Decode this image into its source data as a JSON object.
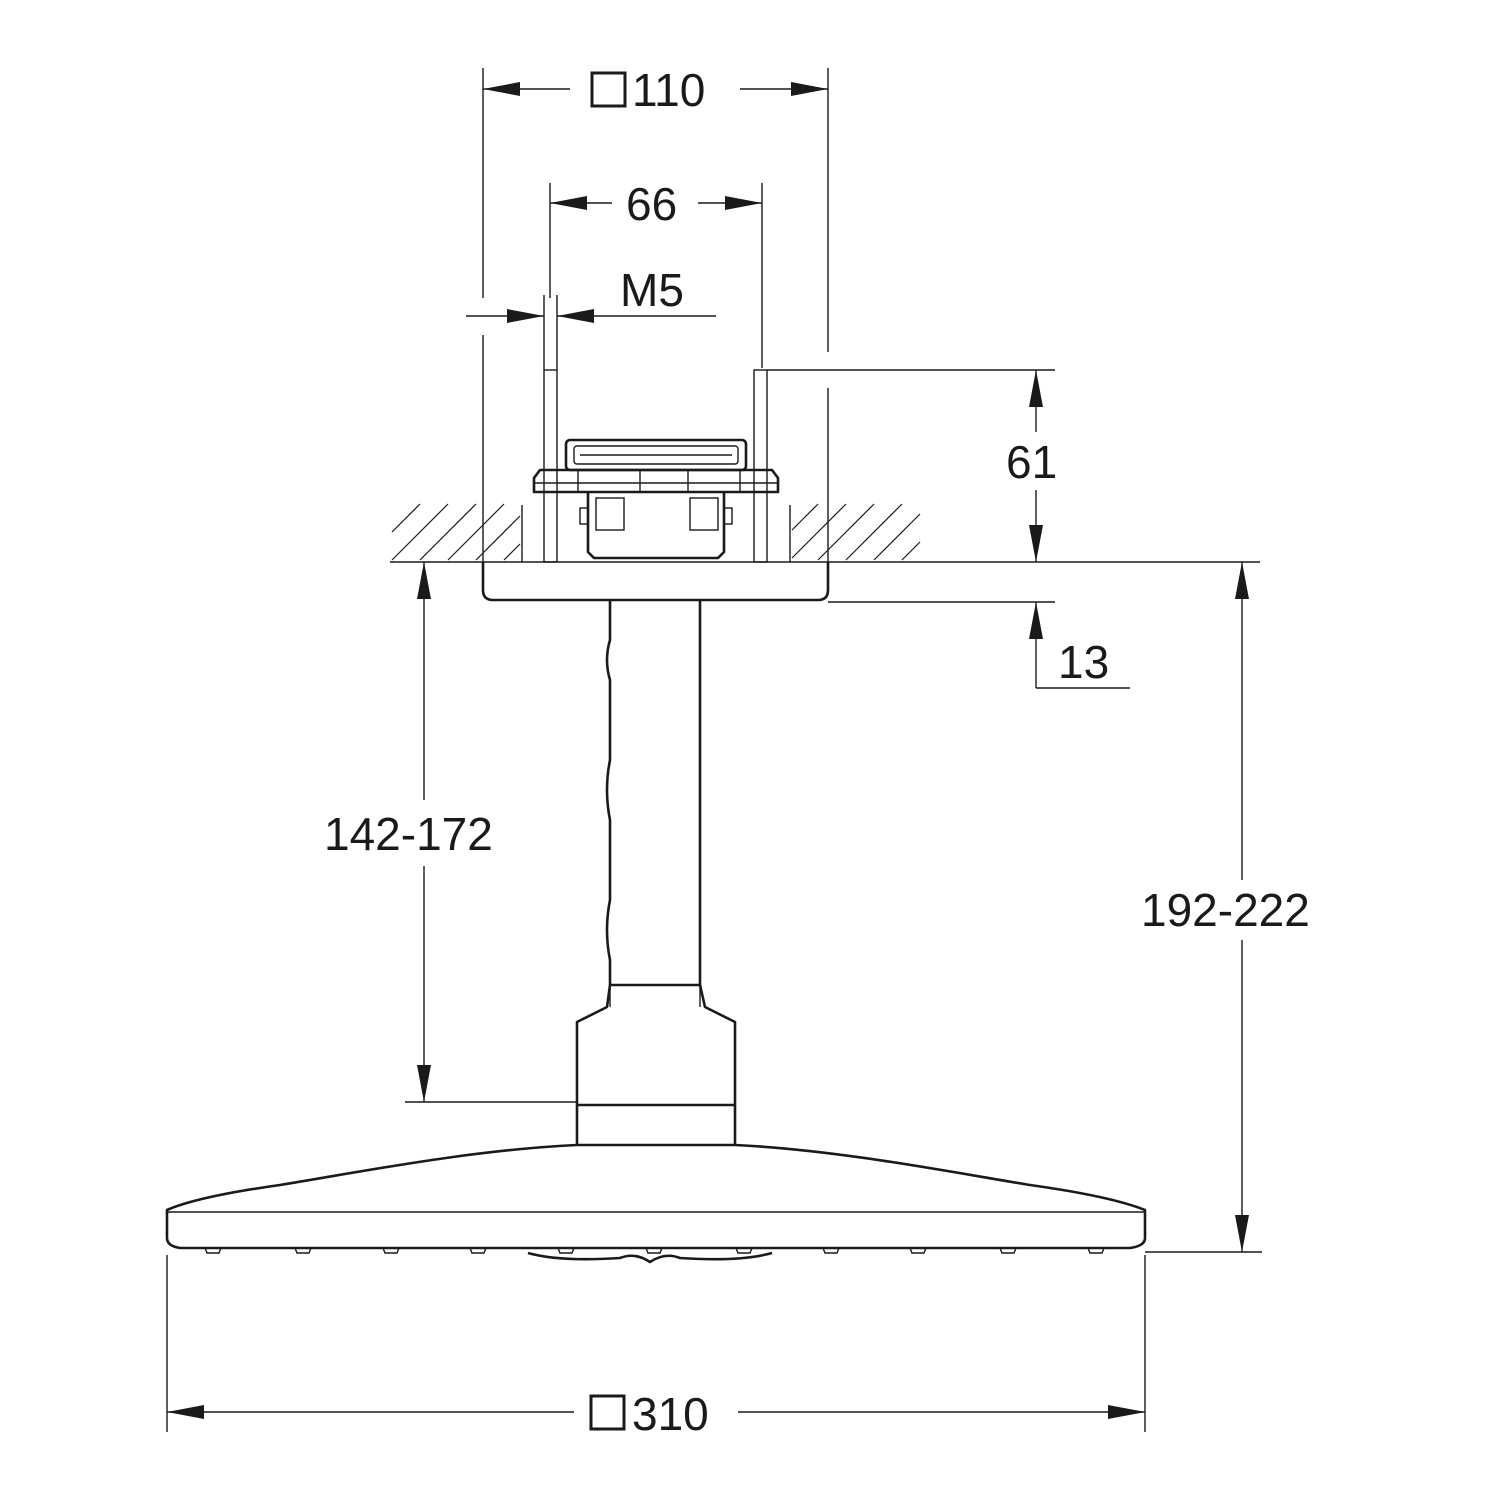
{
  "dimensions": {
    "top_square": "110",
    "bolt_spacing": "66",
    "thread": "M5",
    "box_depth": "61",
    "flange": "13",
    "arm_length": "142-172",
    "total_drop": "192-222",
    "head_square": "310"
  }
}
